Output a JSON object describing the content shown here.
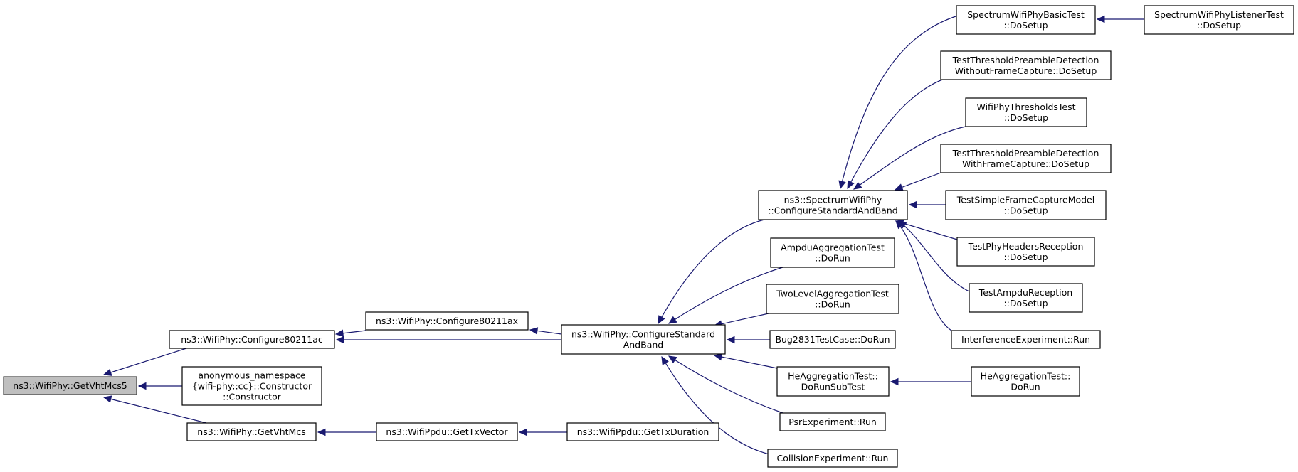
{
  "diagram": {
    "nodes": {
      "getvhtmcs5": [
        "ns3::WifiPhy::GetVhtMcs5"
      ],
      "configure80211ac": [
        "ns3::WifiPhy::Configure80211ac"
      ],
      "anon_constructor": [
        "anonymous_namespace",
        "{wifi-phy::cc}::Constructor",
        "::Constructor"
      ],
      "getvhtmcs": [
        "ns3::WifiPhy::GetVhtMcs"
      ],
      "configure80211ax": [
        "ns3::WifiPhy::Configure80211ax"
      ],
      "wifiphy_configure_standard_and_band": [
        "ns3::WifiPhy::ConfigureStandard",
        "AndBand"
      ],
      "getTxVector": [
        "ns3::WifiPpdu::GetTxVector"
      ],
      "getTxDuration": [
        "ns3::WifiPpdu::GetTxDuration"
      ],
      "spectrum_configure_standard_and_band": [
        "ns3::SpectrumWifiPhy",
        "::ConfigureStandardAndBand"
      ],
      "ampdu_aggregation_test": [
        "AmpduAggregationTest",
        "::DoRun"
      ],
      "two_level_aggregation_test": [
        "TwoLevelAggregationTest",
        "::DoRun"
      ],
      "bug2831": [
        "Bug2831TestCase::DoRun"
      ],
      "he_aggregation_subtest": [
        "HeAggregationTest::",
        "DoRunSubTest"
      ],
      "psr_experiment": [
        "PsrExperiment::Run"
      ],
      "collision_experiment": [
        "CollisionExperiment::Run"
      ],
      "spectrum_basic_test": [
        "SpectrumWifiPhyBasicTest",
        "::DoSetup"
      ],
      "threshold_without_capture": [
        "TestThresholdPreambleDetection",
        "WithoutFrameCapture::DoSetup"
      ],
      "thresholds_test": [
        "WifiPhyThresholdsTest",
        "::DoSetup"
      ],
      "threshold_with_capture": [
        "TestThresholdPreambleDetection",
        "WithFrameCapture::DoSetup"
      ],
      "simple_frame_capture": [
        "TestSimpleFrameCaptureModel",
        "::DoSetup"
      ],
      "phy_headers_reception": [
        "TestPhyHeadersReception",
        "::DoSetup"
      ],
      "ampdu_reception": [
        "TestAmpduReception",
        "::DoSetup"
      ],
      "interference_experiment": [
        "InterferenceExperiment::Run"
      ],
      "spectrum_listener_test": [
        "SpectrumWifiPhyListenerTest",
        "::DoSetup"
      ],
      "he_aggregation_dorun": [
        "HeAggregationTest::",
        "DoRun"
      ]
    },
    "edges": [
      [
        "configure80211ac",
        "getvhtmcs5"
      ],
      [
        "anon_constructor",
        "getvhtmcs5"
      ],
      [
        "getvhtmcs",
        "getvhtmcs5"
      ],
      [
        "configure80211ax",
        "configure80211ac"
      ],
      [
        "wifiphy_configure_standard_and_band",
        "configure80211ac"
      ],
      [
        "wifiphy_configure_standard_and_band",
        "configure80211ax"
      ],
      [
        "getTxVector",
        "getvhtmcs"
      ],
      [
        "getTxDuration",
        "getTxVector"
      ],
      [
        "spectrum_configure_standard_and_band",
        "wifiphy_configure_standard_and_band"
      ],
      [
        "ampdu_aggregation_test",
        "wifiphy_configure_standard_and_band"
      ],
      [
        "two_level_aggregation_test",
        "wifiphy_configure_standard_and_band"
      ],
      [
        "bug2831",
        "wifiphy_configure_standard_and_band"
      ],
      [
        "he_aggregation_subtest",
        "wifiphy_configure_standard_and_band"
      ],
      [
        "psr_experiment",
        "wifiphy_configure_standard_and_band"
      ],
      [
        "collision_experiment",
        "wifiphy_configure_standard_and_band"
      ],
      [
        "spectrum_basic_test",
        "spectrum_configure_standard_and_band"
      ],
      [
        "threshold_without_capture",
        "spectrum_configure_standard_and_band"
      ],
      [
        "thresholds_test",
        "spectrum_configure_standard_and_band"
      ],
      [
        "threshold_with_capture",
        "spectrum_configure_standard_and_band"
      ],
      [
        "simple_frame_capture",
        "spectrum_configure_standard_and_band"
      ],
      [
        "phy_headers_reception",
        "spectrum_configure_standard_and_band"
      ],
      [
        "ampdu_reception",
        "spectrum_configure_standard_and_band"
      ],
      [
        "interference_experiment",
        "spectrum_configure_standard_and_band"
      ],
      [
        "spectrum_listener_test",
        "spectrum_basic_test"
      ],
      [
        "he_aggregation_dorun",
        "he_aggregation_subtest"
      ]
    ]
  }
}
